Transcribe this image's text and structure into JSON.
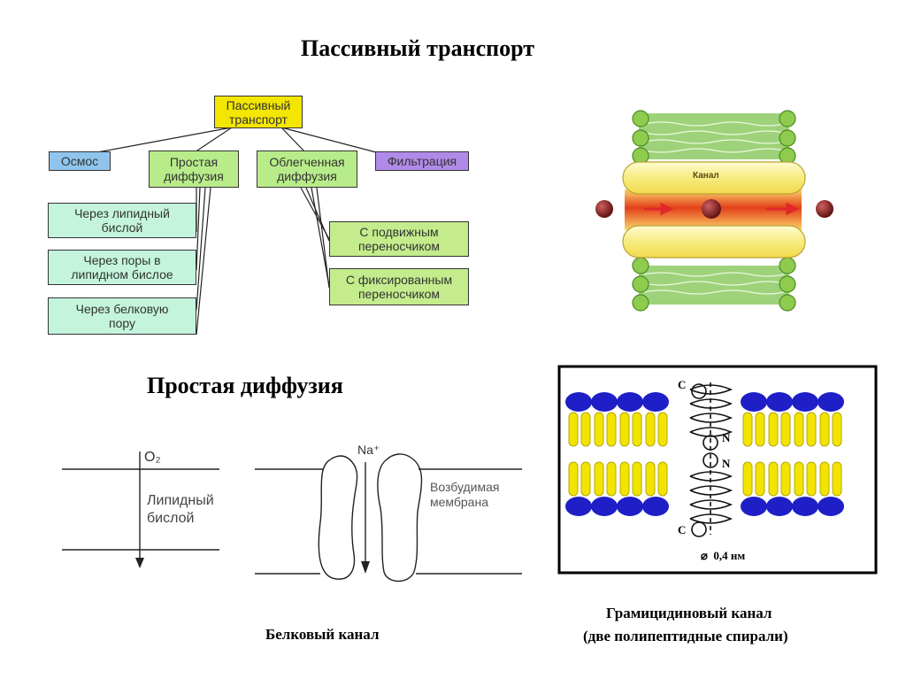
{
  "main_title": "Пассивный транспорт",
  "tree": {
    "root": "Пассивный транспорт",
    "osmos": "Осмос",
    "simple": "Простая диффузия",
    "facilitated": "Облегченная диффузия",
    "filtration": "Фильтрация",
    "via_lipid": "Через липидный бислой",
    "via_pores": "Через поры в липидном бислое",
    "via_protein": "Через белковую пору",
    "mobile_carrier": "С подвижным переносчиком",
    "fixed_carrier": "С фиксированным переносчиком"
  },
  "channel_label": "Канал",
  "section_title": "Простая диффузия",
  "diffusion": {
    "o2": "O₂",
    "lipid_bilayer": "Липидный бислой",
    "na": "Na⁺",
    "excitable_membrane": "Возбудимая мембрана"
  },
  "protein_channel_caption": "Белковый канал",
  "gramicidin": {
    "c_top": "C",
    "n1": "N",
    "n2": "N",
    "c_bottom": "C",
    "diameter": "⌀  0,4 нм",
    "caption_line1": "Грамицидиновый канал",
    "caption_line2": "(две полипептидные спирали)"
  }
}
